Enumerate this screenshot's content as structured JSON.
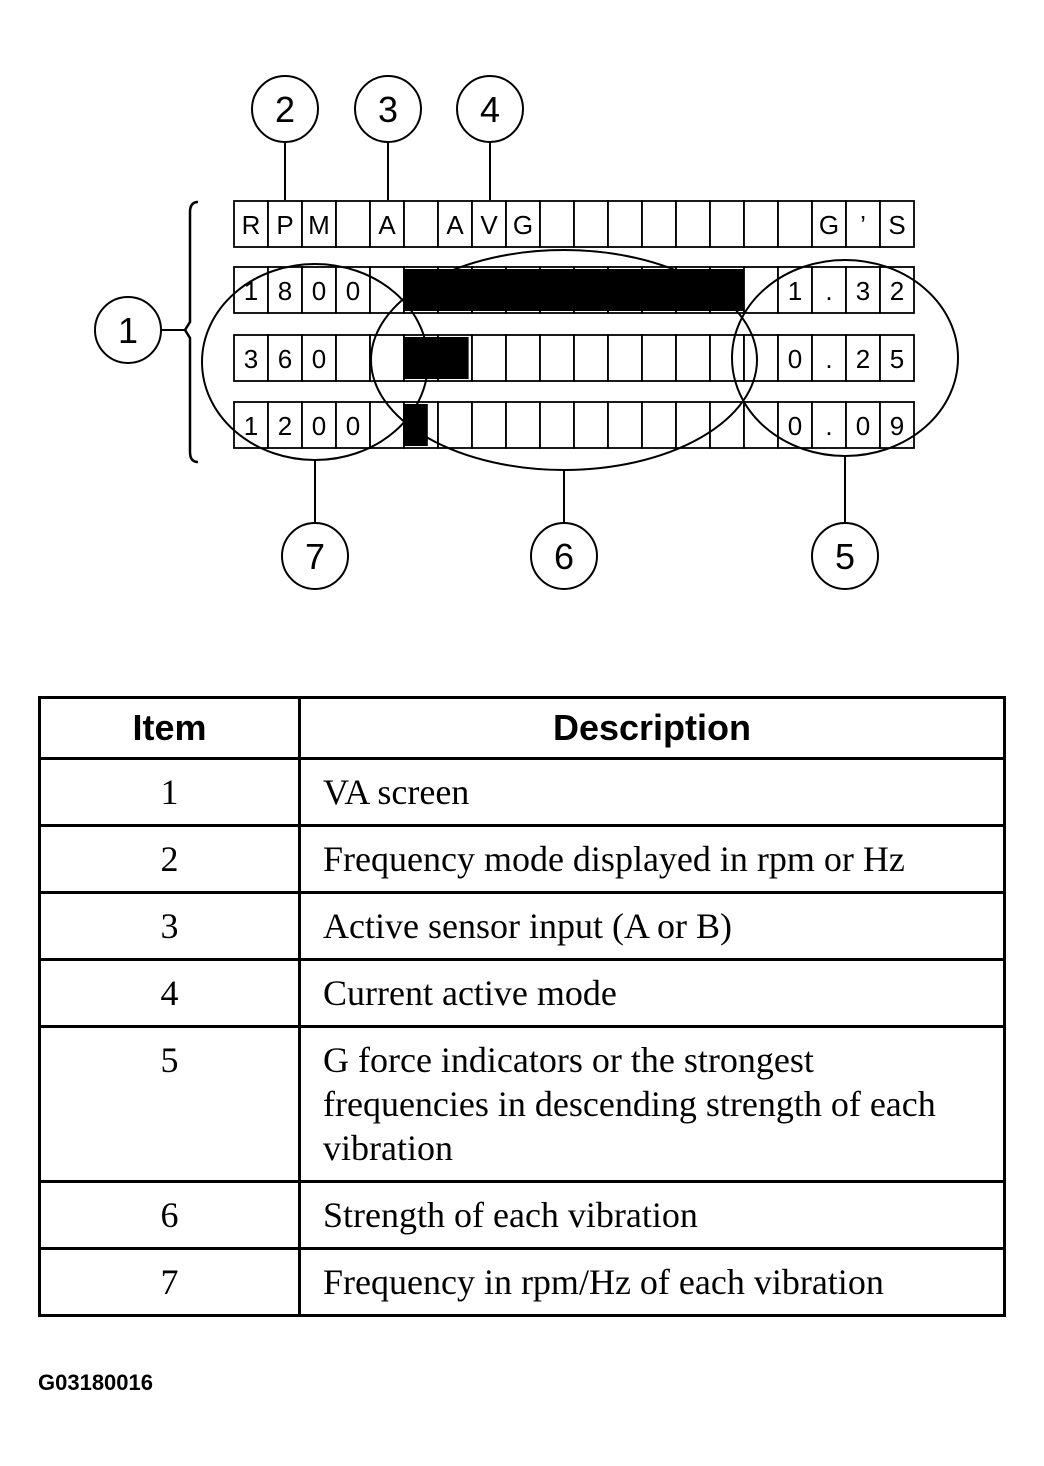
{
  "screen": {
    "header": [
      "R",
      "P",
      "M",
      "",
      "A",
      "",
      "A",
      "V",
      "G",
      "",
      "",
      "",
      "",
      "",
      "",
      "",
      "",
      "G",
      "’",
      "S"
    ],
    "rows": [
      {
        "frequency": [
          "1",
          "8",
          "0",
          "0"
        ],
        "strength_level": 1.0,
        "gforce": [
          "1",
          ".",
          "3",
          "2"
        ]
      },
      {
        "frequency": [
          "3",
          "6",
          "0",
          ""
        ],
        "strength_level": 0.19,
        "gforce": [
          "0",
          ".",
          "2",
          "5"
        ]
      },
      {
        "frequency": [
          "1",
          "2",
          "0",
          "0"
        ],
        "strength_level": 0.07,
        "gforce": [
          "0",
          ".",
          "0",
          "9"
        ]
      }
    ]
  },
  "callouts": [
    "1",
    "2",
    "3",
    "4",
    "5",
    "6",
    "7"
  ],
  "table": {
    "headers": {
      "item": "Item",
      "description": "Description"
    },
    "rows": [
      {
        "item": "1",
        "description": "VA screen"
      },
      {
        "item": "2",
        "description": "Frequency mode displayed in rpm or Hz"
      },
      {
        "item": "3",
        "description": "Active sensor input (A or B)"
      },
      {
        "item": "4",
        "description": "Current active mode"
      },
      {
        "item": "5",
        "description": "G force indicators or the strongest frequencies in descending strength of each vibration"
      },
      {
        "item": "6",
        "description": "Strength of each vibration"
      },
      {
        "item": "7",
        "description": "Frequency in rpm/Hz of each vibration"
      }
    ]
  },
  "figure_code": "G03180016"
}
